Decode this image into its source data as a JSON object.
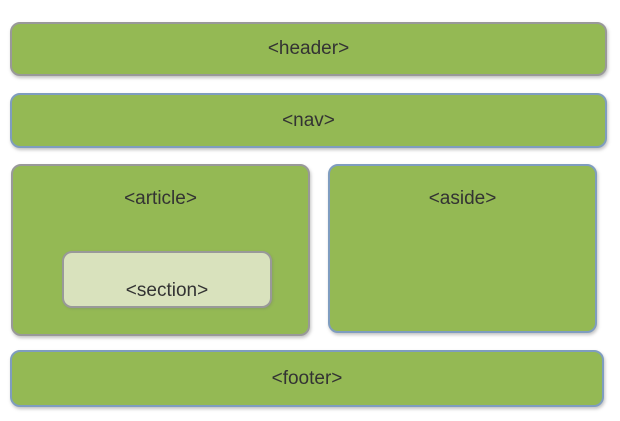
{
  "diagram": {
    "boxes": {
      "header": {
        "label": "<header>"
      },
      "nav": {
        "label": "<nav>"
      },
      "article": {
        "label": "<article>"
      },
      "section": {
        "label": "<section>"
      },
      "aside": {
        "label": "<aside>"
      },
      "footer": {
        "label": "<footer>"
      }
    },
    "colors": {
      "background": "#ffffff",
      "box_fill": "#94b954",
      "section_fill": "#d9e2bd",
      "gray_border": "#999999",
      "blue_border": "#7f9dbf",
      "text": "#333333"
    }
  }
}
